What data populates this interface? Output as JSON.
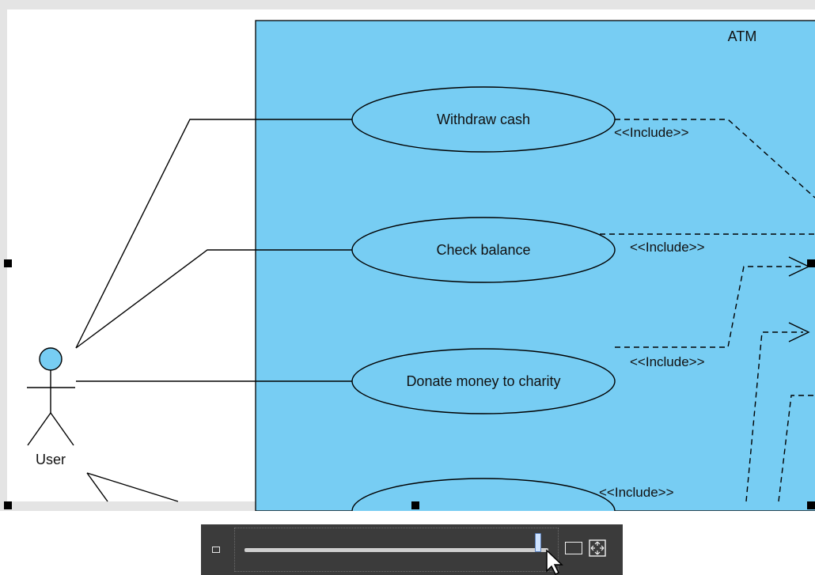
{
  "diagram": {
    "system_name": "ATM",
    "actor_name": "User",
    "use_cases": [
      {
        "label": "Withdraw cash"
      },
      {
        "label": "Check balance"
      },
      {
        "label": "Donate money to charity"
      },
      {
        "label": ""
      }
    ],
    "include_label": "<<Include>>",
    "colors": {
      "system_boundary": "#77cdf3",
      "use_case_fill": "#77cdf3",
      "actor_head": "#77cdf3",
      "canvas_frame": "#e4e4e4",
      "outline": "#000000"
    }
  },
  "toolbar": {
    "zoom_level": 0.97,
    "icons": [
      "zoom-out-icon",
      "fit-width-icon",
      "fit-all-icon"
    ]
  }
}
